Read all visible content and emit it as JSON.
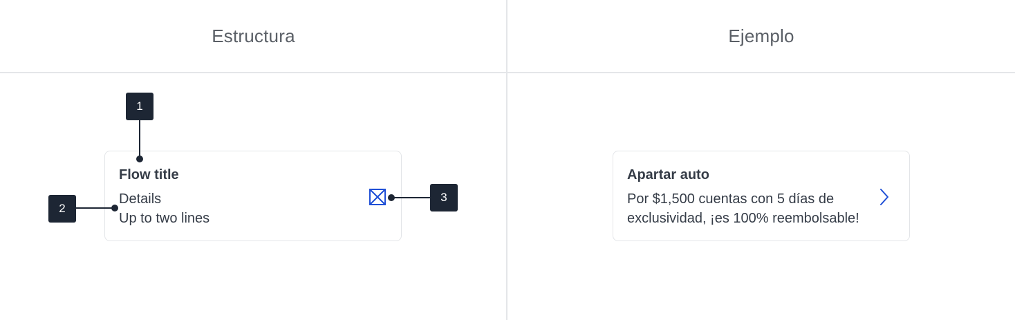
{
  "headers": {
    "structure": "Estructura",
    "example": "Ejemplo"
  },
  "structure_card": {
    "title": "Flow title",
    "details_line1": "Details",
    "details_line2": "Up to two lines",
    "trailing_icon": "placeholder-icon"
  },
  "example_card": {
    "title": "Apartar auto",
    "details_line1": "Por $1,500 cuentas con 5 días de",
    "details_line2": "exclusividad, ¡es 100% reembolsable!",
    "trailing_icon": "chevron-right-icon"
  },
  "markers": {
    "m1": "1",
    "m2": "2",
    "m3": "3"
  },
  "colors": {
    "accent": "#1f4fd6",
    "marker_bg": "#1d2634",
    "text": "#353c47",
    "divider": "#e4e6e9"
  }
}
